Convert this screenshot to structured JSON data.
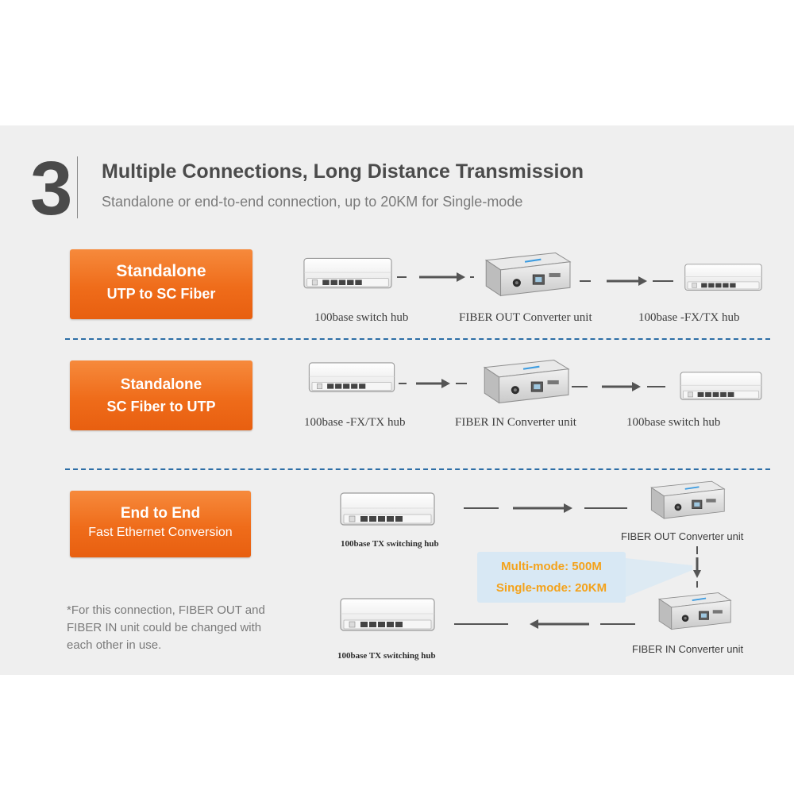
{
  "header": {
    "number": "3",
    "title": "Multiple Connections, Long Distance Transmission",
    "subtitle": "Standalone or end-to-end connection, up to  20KM for Single-mode"
  },
  "rows": [
    {
      "badge_line1": "Standalone",
      "badge_line2": "UTP to SC Fiber",
      "devices": [
        "100base switch hub",
        "FIBER OUT Converter unit",
        "100base -FX/TX hub"
      ]
    },
    {
      "badge_line1": "Standalone",
      "badge_line2": "SC Fiber to UTP",
      "devices": [
        "100base -FX/TX hub",
        "FIBER IN Converter unit",
        "100base switch hub"
      ]
    },
    {
      "badge_line1": "End to End",
      "badge_line2": "Fast Ethernet Conversion",
      "devices": [
        "100base TX switching  hub",
        "FIBER OUT Converter unit",
        "FIBER IN Converter unit",
        "100base TX switching hub"
      ]
    }
  ],
  "modes": {
    "multi": "Multi-mode:  500M",
    "single": "Single-mode: 20KM"
  },
  "note": "*For this connection, FIBER OUT and FIBER IN unit could be changed with each other in use.",
  "colors": {
    "accent_orange": "#ef6c1a",
    "divider_blue": "#2d6ea6",
    "mode_text": "#f4a21a",
    "mode_bg": "#d8e8f4"
  },
  "icons": [
    "switch-hub-icon",
    "converter-unit-icon",
    "arrow-right-icon",
    "arrow-left-icon",
    "arrow-down-icon"
  ]
}
